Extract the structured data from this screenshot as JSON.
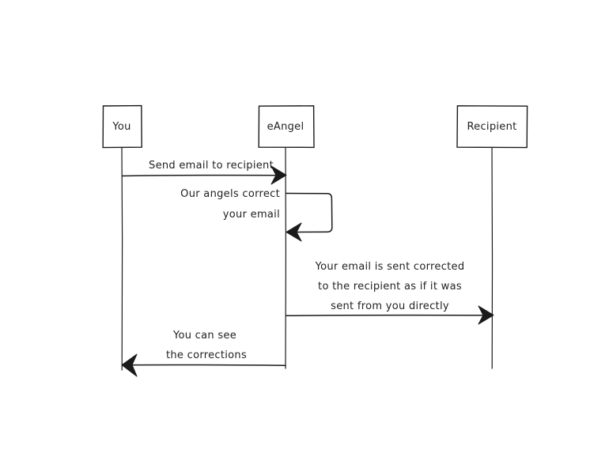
{
  "participants": [
    {
      "id": "you",
      "label": "You"
    },
    {
      "id": "eangel",
      "label": "eAngel"
    },
    {
      "id": "recipient",
      "label": "Recipient"
    }
  ],
  "messages": [
    {
      "from": "you",
      "to": "eangel",
      "lines": [
        "Send email to recipient"
      ]
    },
    {
      "from": "eangel",
      "to": "eangel",
      "lines": [
        "Our angels correct",
        "your email"
      ]
    },
    {
      "from": "eangel",
      "to": "recipient",
      "lines": [
        "Your email is sent corrected",
        "to the recipient as if it was",
        "sent from you directly"
      ]
    },
    {
      "from": "eangel",
      "to": "you",
      "lines": [
        "You can see",
        "the corrections"
      ]
    }
  ]
}
